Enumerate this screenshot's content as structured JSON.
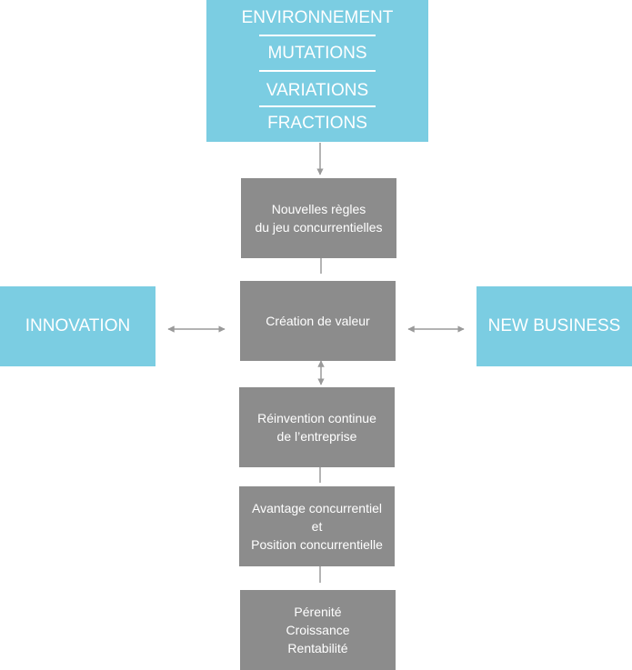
{
  "top_box": {
    "items": [
      "ENVIRONNEMENT",
      "MUTATIONS",
      "VARIATIONS",
      "FRACTIONS"
    ]
  },
  "flow": {
    "nouvelles_regles": [
      "Nouvelles règles",
      "du jeu concurrentielles"
    ],
    "creation_valeur": [
      "Création de valeur"
    ],
    "reinvention": [
      "Réinvention continue",
      "de l’entreprise"
    ],
    "avantage": [
      "Avantage concurrentiel",
      "et",
      "Position concurrentielle"
    ],
    "perennite": [
      "Pérenité",
      "Croissance",
      "Rentabilité"
    ]
  },
  "side": {
    "left": "INNOVATION",
    "right": "NEW BUSINESS"
  },
  "colors": {
    "blue_box": "#7bcde2",
    "grey_box": "#8c8c8c",
    "connector": "#9a9a9a",
    "text": "#ffffff"
  }
}
